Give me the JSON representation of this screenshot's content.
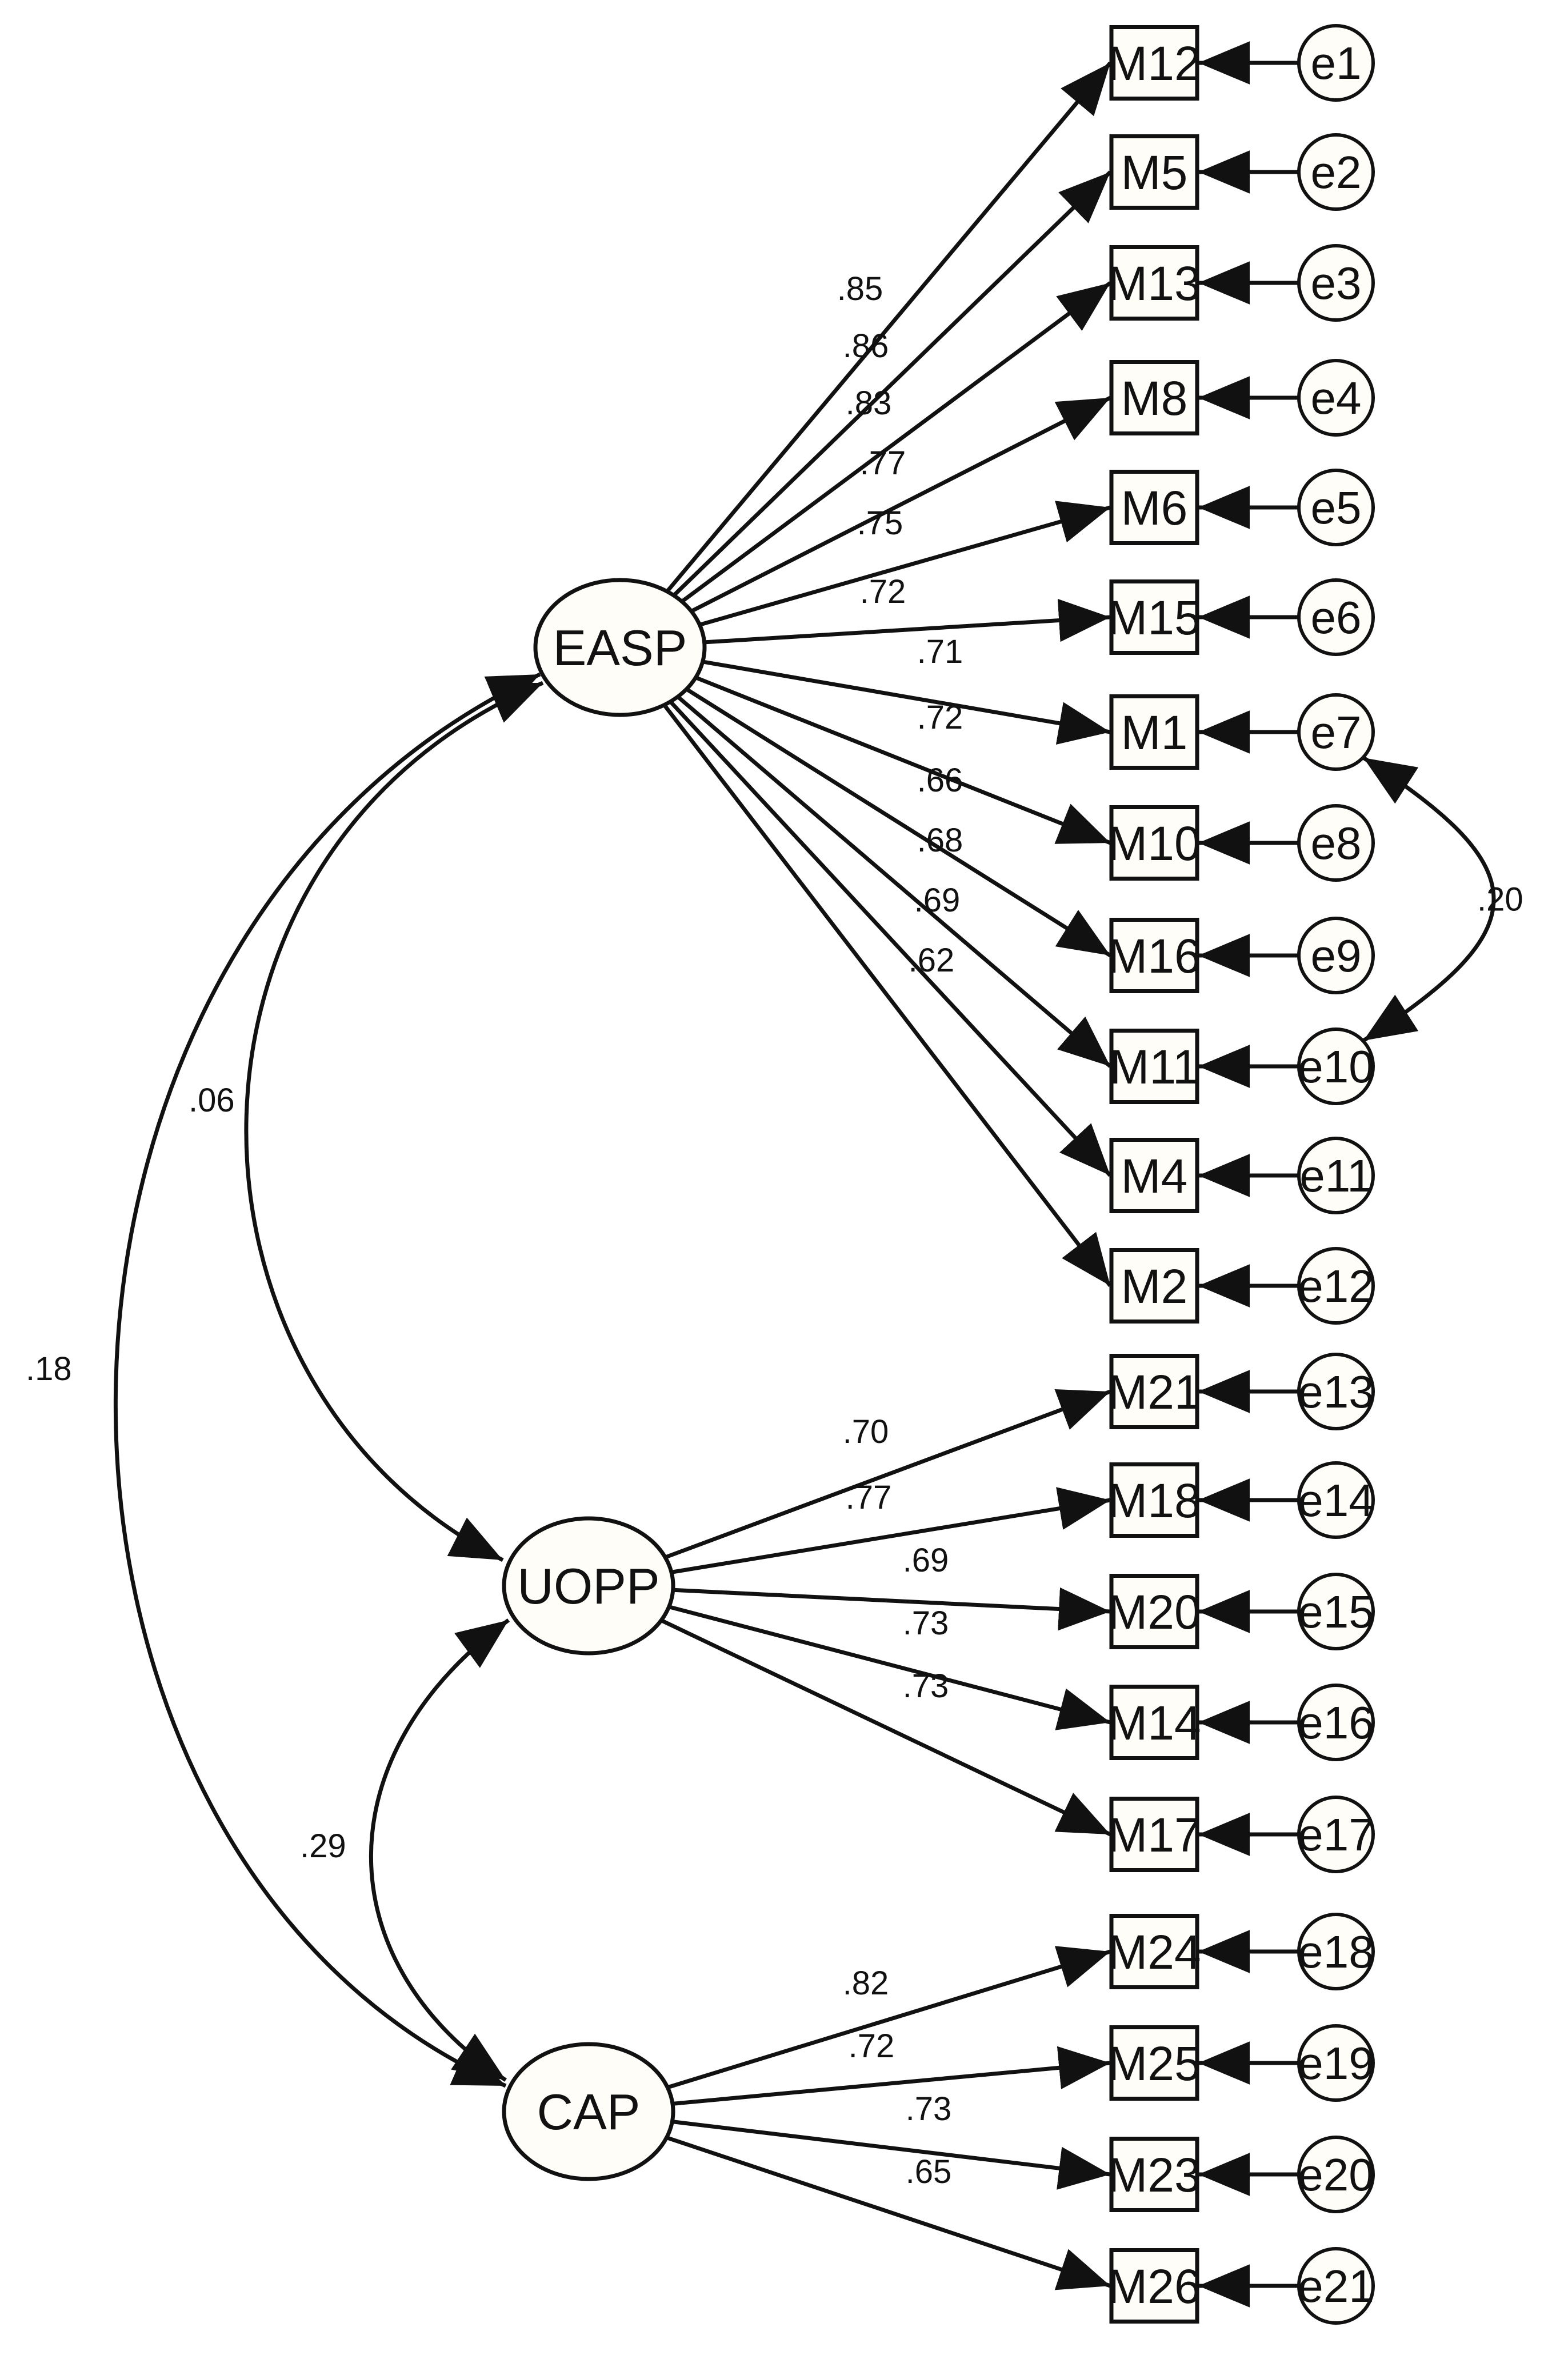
{
  "latents": [
    {
      "id": "EASP",
      "label": "EASP"
    },
    {
      "id": "UOPP",
      "label": "UOPP"
    },
    {
      "id": "CAP",
      "label": "CAP"
    }
  ],
  "indicators": [
    {
      "label": "M12",
      "factor": "EASP",
      "loading": ".85",
      "error": "e1"
    },
    {
      "label": "M5",
      "factor": "EASP",
      "loading": ".86",
      "error": "e2"
    },
    {
      "label": "M13",
      "factor": "EASP",
      "loading": ".83",
      "error": "e3"
    },
    {
      "label": "M8",
      "factor": "EASP",
      "loading": ".77",
      "error": "e4"
    },
    {
      "label": "M6",
      "factor": "EASP",
      "loading": ".75",
      "error": "e5"
    },
    {
      "label": "M15",
      "factor": "EASP",
      "loading": ".72",
      "error": "e6"
    },
    {
      "label": "M1",
      "factor": "EASP",
      "loading": ".71",
      "error": "e7"
    },
    {
      "label": "M10",
      "factor": "EASP",
      "loading": ".72",
      "error": "e8"
    },
    {
      "label": "M16",
      "factor": "EASP",
      "loading": ".66",
      "error": "e9"
    },
    {
      "label": "M11",
      "factor": "EASP",
      "loading": ".68",
      "error": "e10"
    },
    {
      "label": "M4",
      "factor": "EASP",
      "loading": ".69",
      "error": "e11"
    },
    {
      "label": "M2",
      "factor": "EASP",
      "loading": ".62",
      "error": "e12"
    },
    {
      "label": "M21",
      "factor": "UOPP",
      "loading": ".70",
      "error": "e13"
    },
    {
      "label": "M18",
      "factor": "UOPP",
      "loading": ".77",
      "error": "e14"
    },
    {
      "label": "M20",
      "factor": "UOPP",
      "loading": ".69",
      "error": "e15"
    },
    {
      "label": "M14",
      "factor": "UOPP",
      "loading": ".73",
      "error": "e16"
    },
    {
      "label": "M17",
      "factor": "UOPP",
      "loading": ".73",
      "error": "e17"
    },
    {
      "label": "M24",
      "factor": "CAP",
      "loading": ".82",
      "error": "e18"
    },
    {
      "label": "M25",
      "factor": "CAP",
      "loading": ".72",
      "error": "e19"
    },
    {
      "label": "M23",
      "factor": "CAP",
      "loading": ".73",
      "error": "e20"
    },
    {
      "label": "M26",
      "factor": "CAP",
      "loading": ".65",
      "error": "e21"
    }
  ],
  "factor_covariances": [
    {
      "from": "EASP",
      "to": "UOPP",
      "value": ".06"
    },
    {
      "from": "EASP",
      "to": "CAP",
      "value": ".18"
    },
    {
      "from": "UOPP",
      "to": "CAP",
      "value": ".29"
    }
  ],
  "error_covariances": [
    {
      "from": "e7",
      "to": "e10",
      "value": ".20"
    }
  ]
}
